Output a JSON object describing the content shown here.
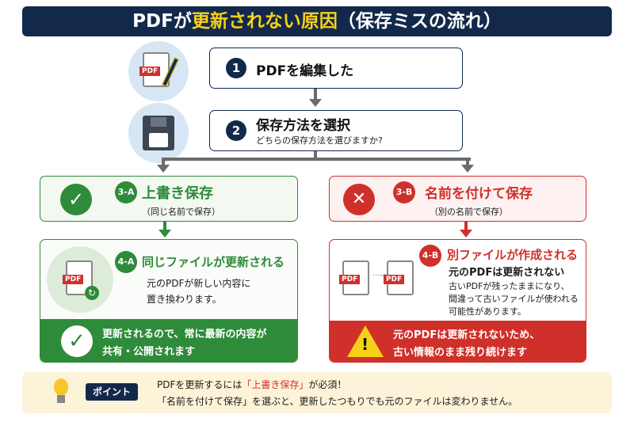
{
  "title": {
    "prefix": "PDFが",
    "highlight": "更新されない原因",
    "suffix": "（保存ミスの流れ）"
  },
  "colors": {
    "navy": "#13294b",
    "yellow": "#f7d117",
    "green": "#2e8b3a",
    "red": "#d0302a",
    "point_bg": "#fdf3d8"
  },
  "steps": [
    {
      "num": "1",
      "label": "PDFを編集した",
      "icon": "pdf-edit-icon"
    },
    {
      "num": "2",
      "label": "保存方法を選択",
      "sub": "どちらの保存方法を選びますか?",
      "icon": "floppy-disk-icon"
    }
  ],
  "option_a": {
    "badge": "3-A",
    "title": "上書き保存",
    "sub": "（同じ名前で保存）",
    "icon": "check-icon"
  },
  "result_a": {
    "badge": "4-A",
    "title": "同じファイルが更新される",
    "line1": "元のPDFが新しい内容に",
    "line2": "置き換わります。",
    "doc_tag": "PDF",
    "footer1": "更新されるので、常に最新の内容が",
    "footer2": "共有・公開されます"
  },
  "option_b": {
    "badge": "3-B",
    "title": "名前を付けて保存",
    "sub": "（別の名前で保存）",
    "icon": "x-icon"
  },
  "result_b": {
    "badge": "4-B",
    "title": "別ファイルが作成される",
    "headline": "元のPDFは更新されない",
    "line1": "古いPDFが残ったままになり、",
    "line2": "間違って古いファイルが使われる",
    "line3": "可能性があります。",
    "doc_tag": "PDF",
    "footer1": "元のPDFは更新されないため、",
    "footer2": "古い情報のまま残り続けます"
  },
  "point": {
    "label": "ポイント",
    "line1_a": "PDFを更新するには",
    "line1_hl": "「上書き保存」",
    "line1_b": "が必須！",
    "line2": "「名前を付けて保存」を選ぶと、更新したつもりでも元のファイルは変わりません。"
  }
}
